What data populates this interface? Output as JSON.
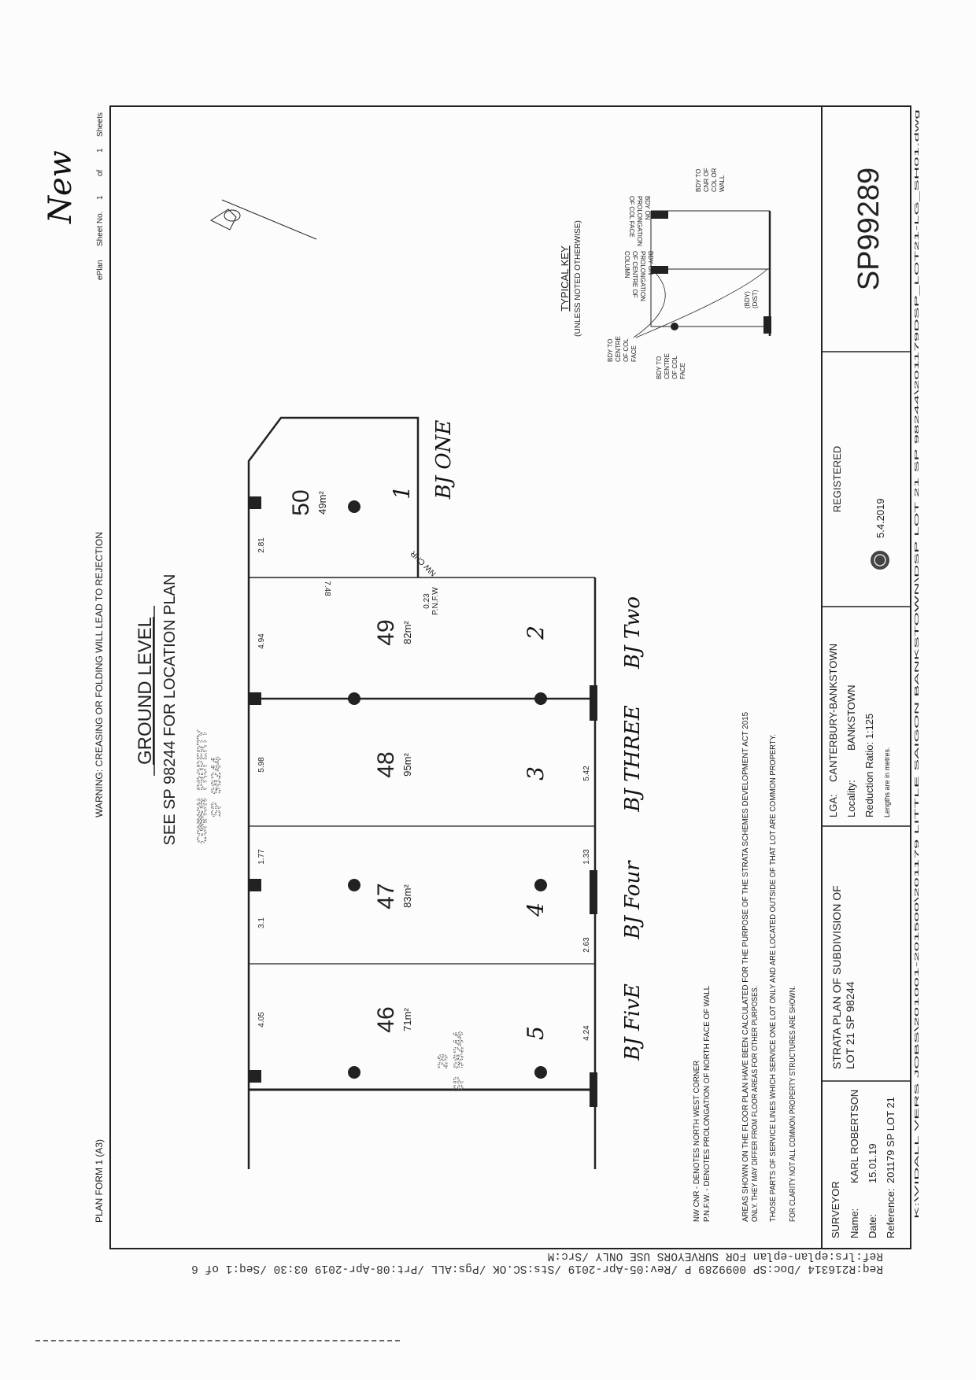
{
  "sheet": {
    "plan_form": "PLAN FORM 1 (A3)",
    "warning": "WARNING: CREASING OR FOLDING WILL LEAD TO REJECTION",
    "eplan": "ePlan",
    "sheet_no_label": "Sheet No.",
    "sheet_no": "1",
    "of_label": "of",
    "sheet_total": "1",
    "sheets_label": "Sheets",
    "handwritten_note": "New"
  },
  "heading": {
    "title": "GROUND LEVEL",
    "subtitle": "SEE SP 98244 FOR LOCATION PLAN",
    "common_property": "COMMON PROPERTY",
    "common_property_ref": "SP 98244"
  },
  "lots": [
    {
      "number": "50",
      "area": "49m²",
      "handwritten": "1",
      "label": "BJ ONE"
    },
    {
      "number": "49",
      "area": "82m²",
      "handwritten": "2",
      "label": "BJ Two"
    },
    {
      "number": "48",
      "area": "95m²",
      "handwritten": "3",
      "label": "BJ THREE"
    },
    {
      "number": "47",
      "area": "83m²",
      "handwritten": "4",
      "label": "BJ Four"
    },
    {
      "number": "46",
      "area": "71m²",
      "handwritten": "5",
      "label": "BJ FivE"
    }
  ],
  "dimensions": {
    "top": [
      "2.81",
      "4.94",
      "5.98",
      "1.77",
      "3.1",
      "4.05"
    ],
    "bottom": [
      "5.42",
      "1.33",
      "2.63",
      "4.24"
    ],
    "lot50_width": "7.48",
    "pnfw_offset": "0.23",
    "pnfw": "P.N.F.W",
    "nw_cnr": "NW CNR"
  },
  "adjoining": {
    "lot": "20",
    "plan": "SP 98244"
  },
  "notes": {
    "legend": [
      "NW CNR  -  DENOTES NORTH WEST CORNER",
      "P.N.F.W.  -  DENOTES PROLONGATION OF NORTH FACE OF WALL"
    ],
    "areas_1": "AREAS SHOWN ON THE FLOOR PLAN HAVE BEEN CALCULATED FOR THE PURPOSE OF THE STRATA SCHEMES DEVELOPMENT ACT 2015",
    "areas_2": "ONLY. THEY MAY DIFFER FROM FLOOR AREAS FOR OTHER PURPOSES.",
    "service_lines": "THOSE PARTS OF SERVICE LINES WHICH SERVICE ONE LOT ONLY AND ARE LOCATED OUTSIDE OF THAT LOT ARE COMMON PROPERTY.",
    "clarity": "FOR CLARITY NOT ALL COMMON PROPERTY STRUCTURES ARE SHOWN."
  },
  "typical_key": {
    "title": "TYPICAL KEY",
    "subtitle": "(UNLESS NOTED OTHERWISE)",
    "col_face": [
      "BDY ON",
      "PROLONGATION",
      "OF COL FACE"
    ],
    "col_centre": [
      "BDY ON",
      "PROLONGATION",
      "OF CENTRE OF",
      "COLUMN"
    ],
    "cnr": [
      "BDY TO",
      "CNR OF",
      "COL OR",
      "WALL"
    ],
    "centre_face_1": [
      "BDY TO",
      "CENTRE",
      "OF COL",
      "FACE"
    ],
    "centre_face_2": [
      "BDY TO",
      "CENTRE",
      "OF COL",
      "FACE"
    ],
    "bdy_dist": [
      "(BDY)",
      "(DIST)"
    ]
  },
  "title_block": {
    "surveyor_heading": "SURVEYOR",
    "name_label": "Name:",
    "name": "KARL ROBERTSON",
    "date_label": "Date:",
    "date": "15.01.19",
    "reference_label": "Reference:",
    "reference": "201179 SP LOT 21",
    "plan_title_1": "STRATA PLAN OF SUBDIVISION OF",
    "plan_title_2": "LOT 21 SP 98244",
    "lga_label": "LGA:",
    "lga": "CANTERBURY-BANKSTOWN",
    "locality_label": "Locality:",
    "locality": "BANKSTOWN",
    "reduction_ratio": "Reduction Ratio: 1:125",
    "lengths_note": "Lengths are in metres.",
    "registered_label": "REGISTERED",
    "registered_date": "5.4.2019",
    "plan_number": "SP99289"
  },
  "file_path": "K:\\VIDALL VERS JOBS\\201001-201500\\201179 LITTLE SAIGON BANKSTOWN\\DSP LOT 21 SP 98244\\201179DSP_LOT21-LG_SH01.dwg",
  "footer": {
    "req": "Req:R216314 /Doc:SP 0099289 P /Rev:05-Apr-2019 /Sts:SC.OK /Pgs:ALL /Prt:08-Apr-2019 03:30 /Seq:1 of 6",
    "ref": "Ref:lrs:eplan-eplan FOR SURVEYORS USE ONLY /Src:M"
  }
}
